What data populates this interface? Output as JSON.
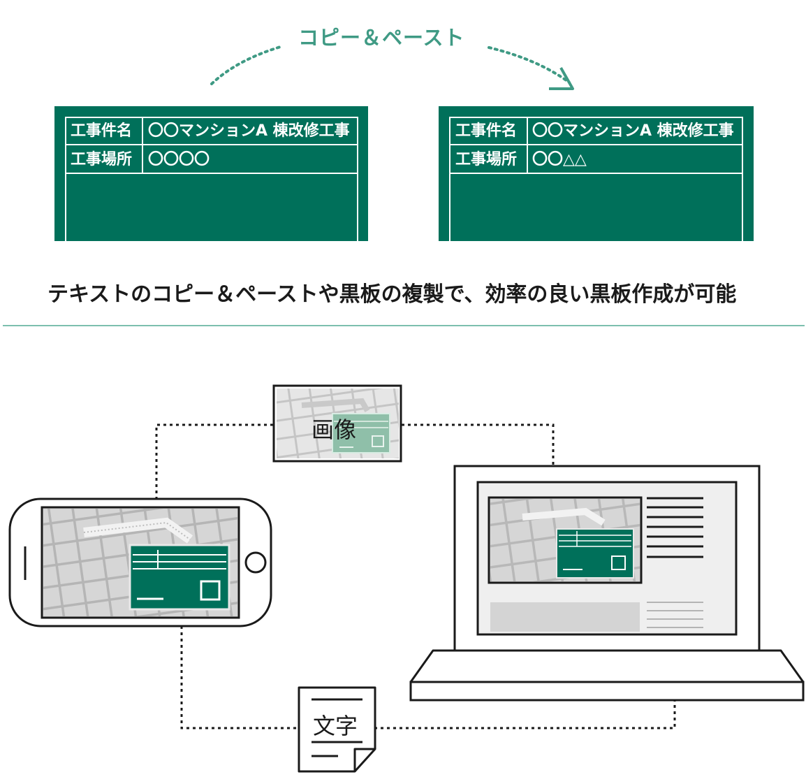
{
  "copy_paste_label": "コピー＆ペースト",
  "caption": "テキストのコピー＆ペーストや黒板の複製で、効率の良い黒板作成が可能",
  "blackboards": [
    {
      "row1_label": "工事件名",
      "row1_value": "〇〇マンションA 棟改修工事",
      "row2_label": "工事場所",
      "row2_value": "〇〇〇〇"
    },
    {
      "row1_label": "工事件名",
      "row1_value": "〇〇マンションA 棟改修工事",
      "row2_label": "工事場所",
      "row2_value": "〇〇△△"
    }
  ],
  "image_box_label": "画像",
  "text_doc_label": "文字",
  "colors": {
    "board_green": "#00705a",
    "accent_teal": "#3f9a84",
    "divider": "#7cbfae",
    "line_dark": "#1a1a1a",
    "photo_gray": "#cfcfcf"
  }
}
